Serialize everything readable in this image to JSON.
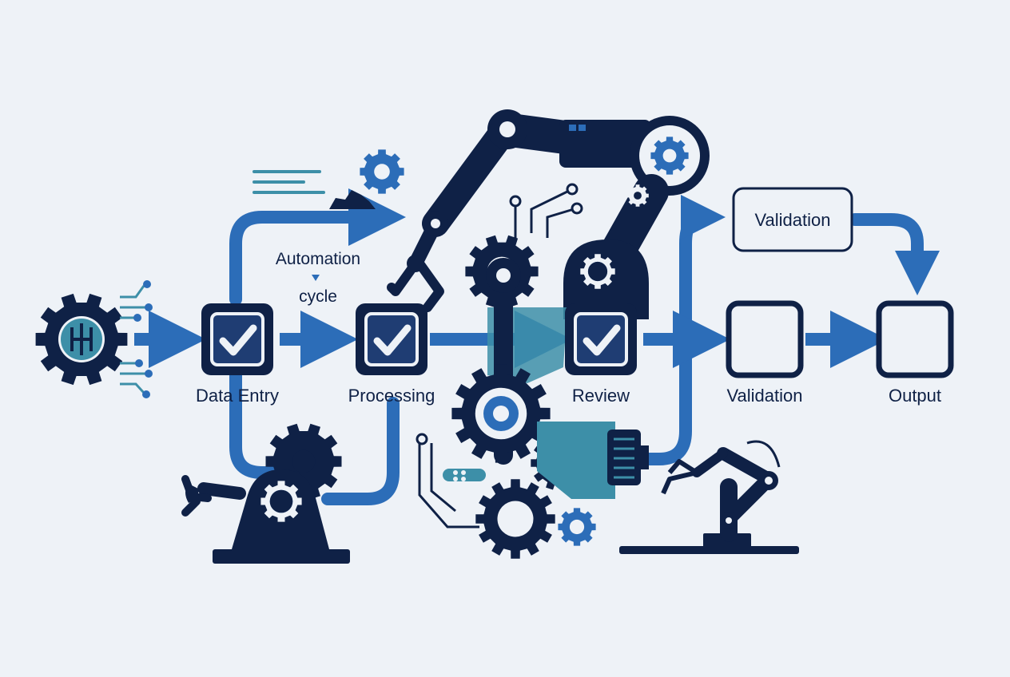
{
  "colors": {
    "background": "#eef2f7",
    "navy": "#0f2146",
    "blue": "#2c6db8",
    "teal": "#3d8fa8",
    "box_fill": "#1f3d73"
  },
  "labels": {
    "annotation_line1": "Automation",
    "annotation_line2": "cycle",
    "top_box": "Validation"
  },
  "stages": [
    {
      "label": "Data Entry",
      "checked": true
    },
    {
      "label": "Processing",
      "checked": true
    },
    {
      "label": "Review",
      "checked": true
    },
    {
      "label": "Validation",
      "checked": false
    },
    {
      "label": "Output",
      "checked": false
    }
  ],
  "icons": {
    "input": "gear-circuit-icon",
    "robot_arm": "robot-arm-icon",
    "gear": "gear-icon",
    "motor": "motor-icon",
    "wrench": "wrench-icon"
  }
}
